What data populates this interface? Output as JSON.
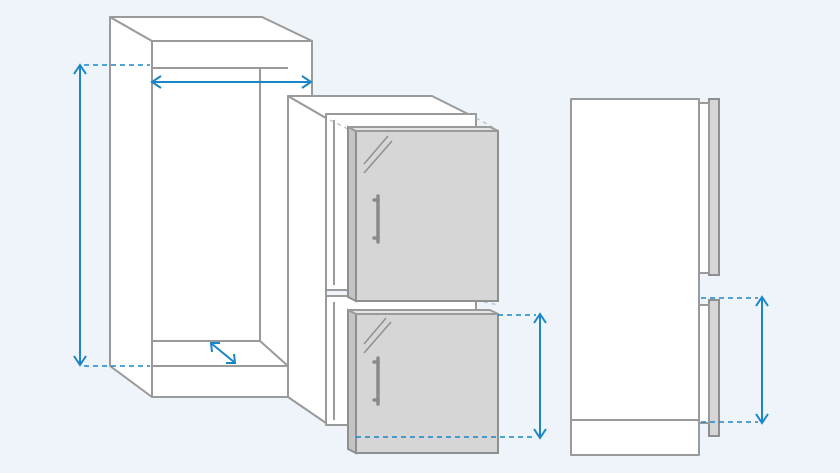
{
  "colors": {
    "background": "#eef4f9",
    "outline": "#9a9a9a",
    "door_fill": "#d6d6d6",
    "dimension_accent": "#1a86c8"
  },
  "figures": [
    {
      "name": "empty-cabinet-niche",
      "dimensions_shown": [
        "height",
        "width",
        "depth"
      ]
    },
    {
      "name": "built-in-fridge-with-doors",
      "dimensions_shown": [
        "door-height"
      ]
    },
    {
      "name": "fridge-side-view",
      "dimensions_shown": [
        "door-height"
      ]
    }
  ],
  "icons": [
    "double-arrow-icon"
  ]
}
